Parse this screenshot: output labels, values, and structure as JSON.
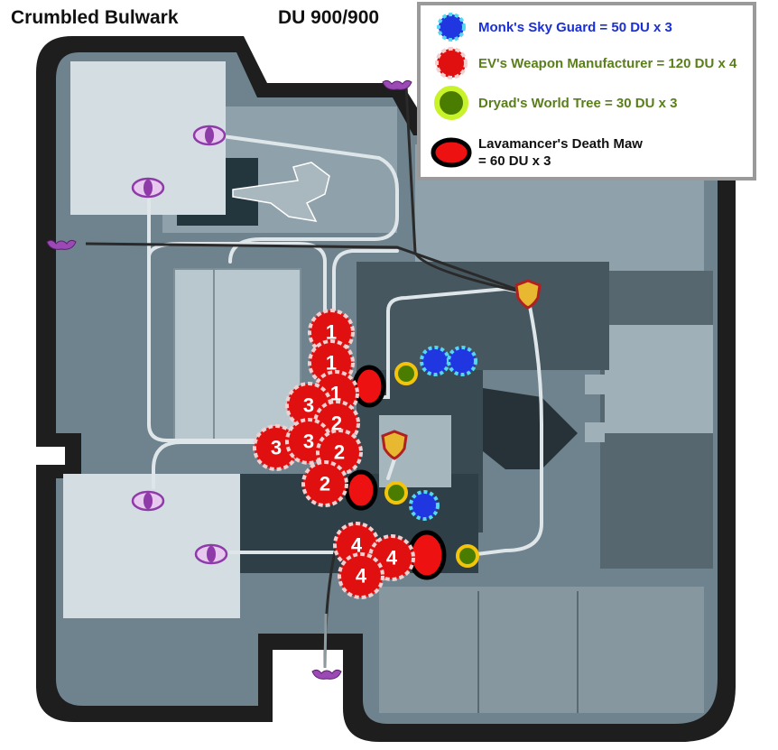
{
  "header": {
    "map_name": "Crumbled Bulwark",
    "du_counter": "DU 900/900"
  },
  "legend": {
    "items": [
      {
        "label": "Monk's Sky Guard = 50 DU x 3",
        "icon": "blue-dotted-circle-icon",
        "color": "#1a2fd6"
      },
      {
        "label": "EV's Weapon Manufacturer = 120 DU x 4",
        "icon": "red-dotted-circle-icon",
        "color": "#e01010"
      },
      {
        "label": "Dryad's World Tree = 30 DU x 3",
        "icon": "green-ring-circle-icon",
        "color": "#4a7c00"
      },
      {
        "label_line1": "Lavamancer's Death Maw",
        "label_line2": "= 60 DU x 3",
        "icon": "red-black-oval-icon",
        "color": "#ee1111"
      }
    ]
  },
  "markers": {
    "ev_numbers": [
      "1",
      "1",
      "1",
      "2",
      "2",
      "2",
      "3",
      "3",
      "3",
      "4",
      "4",
      "4"
    ]
  },
  "colors": {
    "wall": "#1e1e1e",
    "floor_dark": "#475861",
    "floor_mid": "#6f838e",
    "floor_light": "#a9bac2",
    "room": "#d3dde2",
    "path": "#dfe6ea"
  }
}
